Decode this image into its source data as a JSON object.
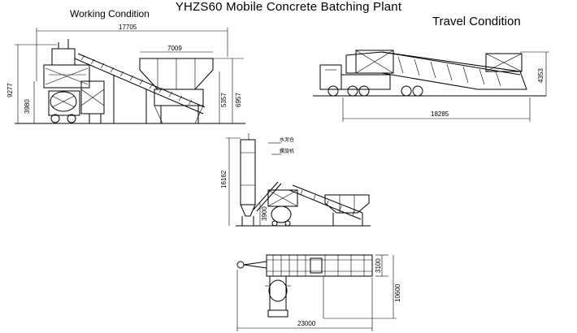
{
  "title": "YHZS60 Mobile Concrete Batching Plant",
  "working_label": "Working Condition",
  "travel_label": "Travel Condition",
  "dims": {
    "working_length": "17705",
    "hopper_width": "7009",
    "working_height": "9277",
    "mixer_height": "3980",
    "bin_height": "5357",
    "bin_total_height": "6957",
    "travel_length": "18285",
    "travel_height": "4353",
    "silo_height": "16162",
    "mixer_height_b": "3900",
    "plan_length": "23000",
    "plan_width": "3100",
    "plan_depth": "10600"
  },
  "annotations": {
    "label_a": "水泥仓",
    "label_b": "螺旋机"
  }
}
